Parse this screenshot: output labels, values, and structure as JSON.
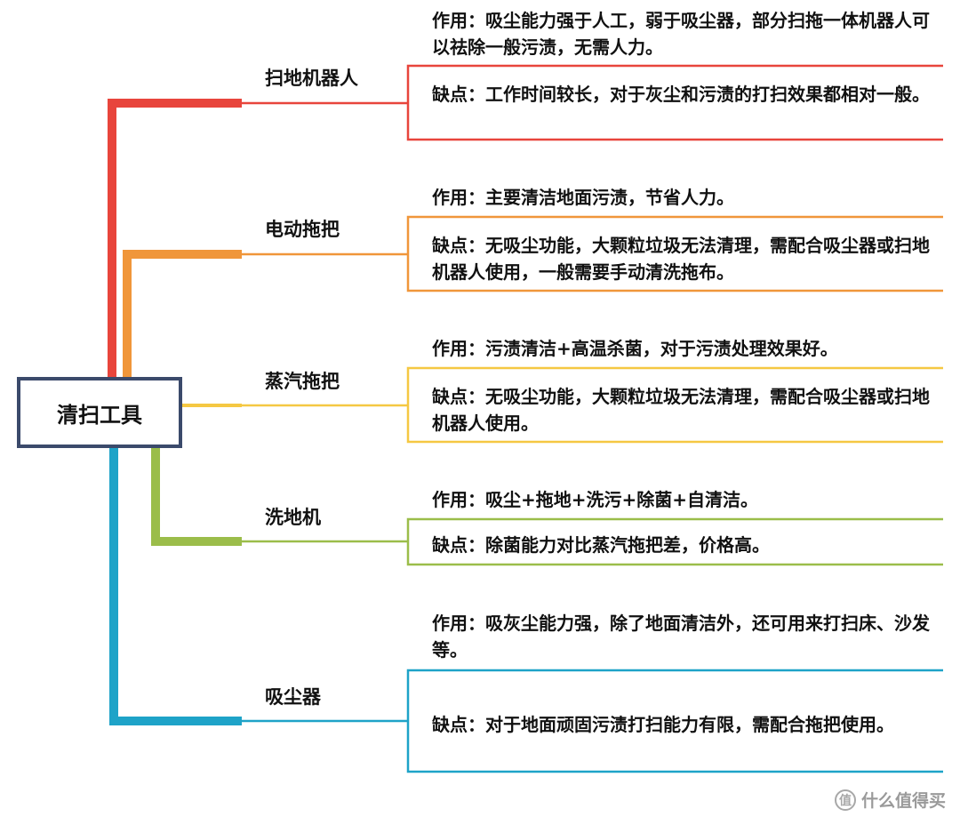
{
  "root": {
    "label": "清扫工具"
  },
  "branches": [
    {
      "label": "扫地机器人",
      "color": "#e8453c",
      "effect": "作用：吸尘能力强于人工，弱于吸尘器，部分扫拖一体机器人可以祛除一般污渍，无需人力。",
      "drawback": "缺点：工作时间较长，对于灰尘和污渍的打扫效果都相对一般。"
    },
    {
      "label": "电动拖把",
      "color": "#f0963a",
      "effect": "作用：主要清洁地面污渍，节省人力。",
      "drawback": "缺点：无吸尘功能，大颗粒垃圾无法清理，需配合吸尘器或扫地机器人使用，一般需要手动清洗拖布。"
    },
    {
      "label": "蒸汽拖把",
      "color": "#f5c842",
      "effect": "作用：污渍清洁+高温杀菌，对于污渍处理效果好。",
      "drawback": "缺点：无吸尘功能，大颗粒垃圾无法清理，需配合吸尘器或扫地机器人使用。"
    },
    {
      "label": "洗地机",
      "color": "#9bbd4a",
      "effect": "作用：吸尘+拖地+洗污+除菌+自清洁。",
      "drawback": "缺点：除菌能力对比蒸汽拖把差，价格高。"
    },
    {
      "label": "吸尘器",
      "color": "#1ea3c8",
      "effect": "作用：吸灰尘能力强，除了地面清洁外，还可用来打扫床、沙发等。",
      "drawback": "缺点：对于地面顽固污渍打扫能力有限，需配合拖把使用。"
    }
  ],
  "watermark": {
    "text": "什么值得买",
    "icon": "zdm-logo-icon"
  },
  "colors": {
    "root_border": "#3b4a6b"
  }
}
